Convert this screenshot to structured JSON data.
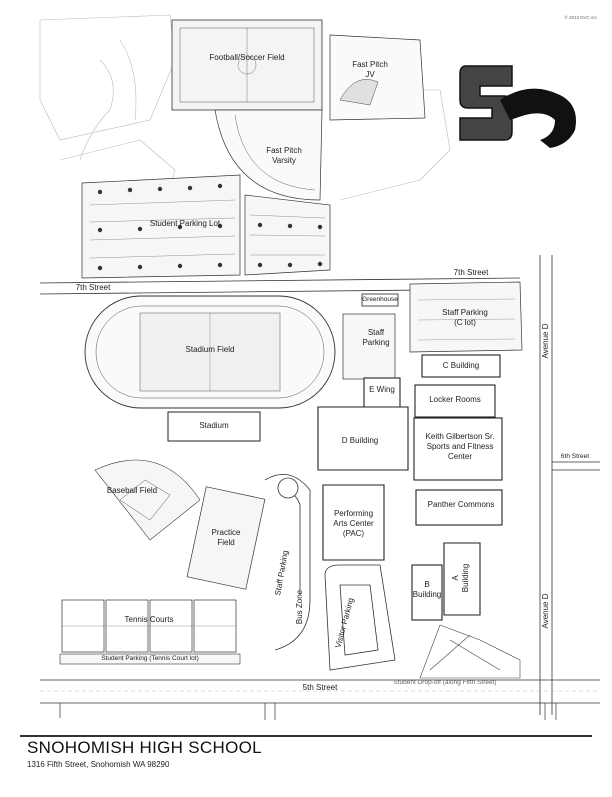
{
  "copyright": "© 2012 NVC inc.",
  "school": {
    "name": "SNOHOMISH HIGH SCHOOL",
    "address": "1316 Fifth Street, Snohomish WA 98290"
  },
  "logo": {
    "letter": "S",
    "mascot": "panther-icon"
  },
  "labels": {
    "football_field": "Football/Soccer Field",
    "fast_pitch_jv": "Fast Pitch\nJV",
    "fast_pitch_varsity": "Fast Pitch\nVarsity",
    "student_parking_lot": "Student Parking Lot",
    "seventh_street_left": "7th Street",
    "seventh_street_right": "7th Street",
    "greenhouse": "Greenhouse",
    "staff_parking_c": "Staff Parking\n(C lot)",
    "staff_parking": "Staff\nParking",
    "stadium_field": "Stadium Field",
    "stadium": "Stadium",
    "c_building": "C Building",
    "e_wing": "E Wing",
    "locker_rooms": "Locker Rooms",
    "d_building": "D Building",
    "keith_center": "Keith Gilbertson Sr.\nSports and Fitness\nCenter",
    "avenue_d_top": "Avenue D",
    "avenue_d_bottom": "Avenue D",
    "sixth_street": "6th Street",
    "baseball_field": "Baseball Field",
    "practice_field": "Practice\nField",
    "pac": "Performing\nArts Center\n(PAC)",
    "panther_commons": "Panther Commons",
    "staff_parking_vertical": "Staff Parking",
    "bus_zone": "Bus Zone",
    "visitor_parking": "Visitor Parking",
    "b_building": "B\nBuilding",
    "a_building": "A\nBuilding",
    "tennis_courts": "Tennis    Courts",
    "student_parking_tennis": "Student Parking (Tennis Court lot)",
    "fifth_street": "5th Street",
    "student_dropoff": "Student Drop-off (along Fifth Street)"
  }
}
